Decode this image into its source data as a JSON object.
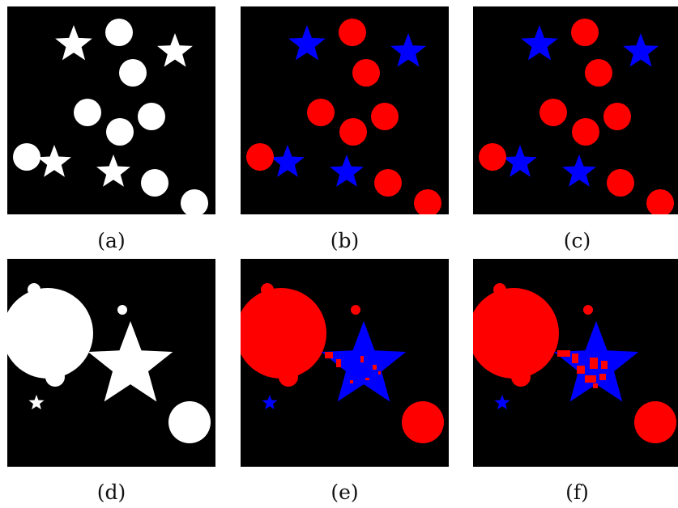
{
  "captions": {
    "a": "(a)",
    "b": "(b)",
    "c": "(c)",
    "d": "(d)",
    "e": "(e)",
    "f": "(f)"
  },
  "colors": {
    "background": "#000000",
    "shape_input": "#ffffff",
    "circle_class": "#ff0000",
    "star_class": "#0000ff"
  }
}
